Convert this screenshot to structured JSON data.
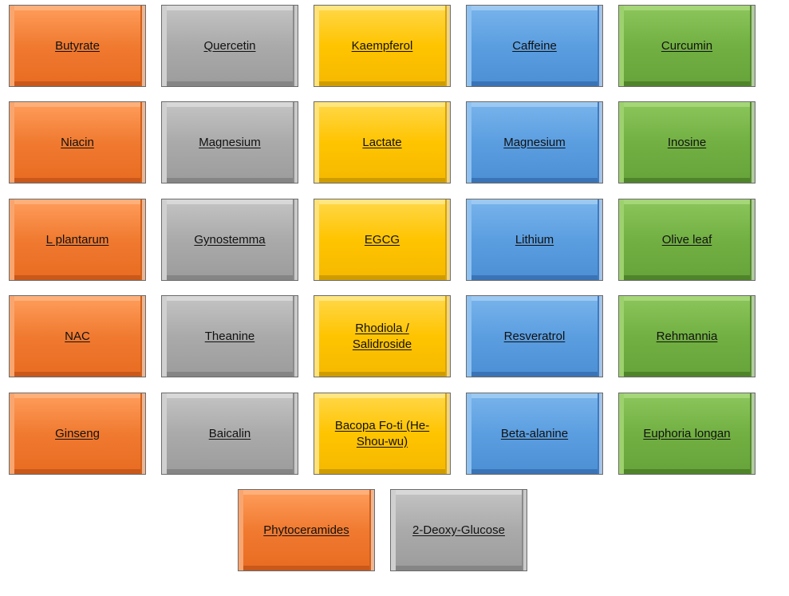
{
  "colors": {
    "orange": "#f07a30",
    "gray": "#aaaaaa",
    "yellow": "#ffc400",
    "blue": "#5b9ee0",
    "green": "#72b043"
  },
  "rows": [
    [
      {
        "label": "Butyrate",
        "color": "orange"
      },
      {
        "label": "Quercetin",
        "color": "gray"
      },
      {
        "label": "Kaempferol",
        "color": "yellow"
      },
      {
        "label": "Caffeine",
        "color": "blue"
      },
      {
        "label": "Curcumin",
        "color": "green"
      }
    ],
    [
      {
        "label": "Niacin",
        "color": "orange"
      },
      {
        "label": "Magnesium",
        "color": "gray"
      },
      {
        "label": "Lactate",
        "color": "yellow"
      },
      {
        "label": "Magnesium",
        "color": "blue"
      },
      {
        "label": "Inosine",
        "color": "green"
      }
    ],
    [
      {
        "label": "L plantarum",
        "color": "orange"
      },
      {
        "label": "Gynostemma",
        "color": "gray"
      },
      {
        "label": "EGCG",
        "color": "yellow"
      },
      {
        "label": "Lithium",
        "color": "blue"
      },
      {
        "label": "Olive leaf",
        "color": "green"
      }
    ],
    [
      {
        "label": "NAC",
        "color": "orange"
      },
      {
        "label": "Theanine",
        "color": "gray"
      },
      {
        "label": "Rhodiola /\nSalidroside",
        "color": "yellow"
      },
      {
        "label": "Resveratrol",
        "color": "blue"
      },
      {
        "label": "Rehmannia",
        "color": "green"
      }
    ],
    [
      {
        "label": "Ginseng",
        "color": "orange"
      },
      {
        "label": "Baicalin",
        "color": "gray"
      },
      {
        "label": "Bacopa Fo-ti (He-\nShou-wu)",
        "color": "yellow"
      },
      {
        "label": "Beta-alanine",
        "color": "blue"
      },
      {
        "label": "Euphoria longan",
        "color": "green"
      }
    ],
    [
      {
        "label": "Phytoceramides",
        "color": "orange"
      },
      {
        "label": "2-Deoxy-Glucose",
        "color": "gray"
      }
    ]
  ]
}
